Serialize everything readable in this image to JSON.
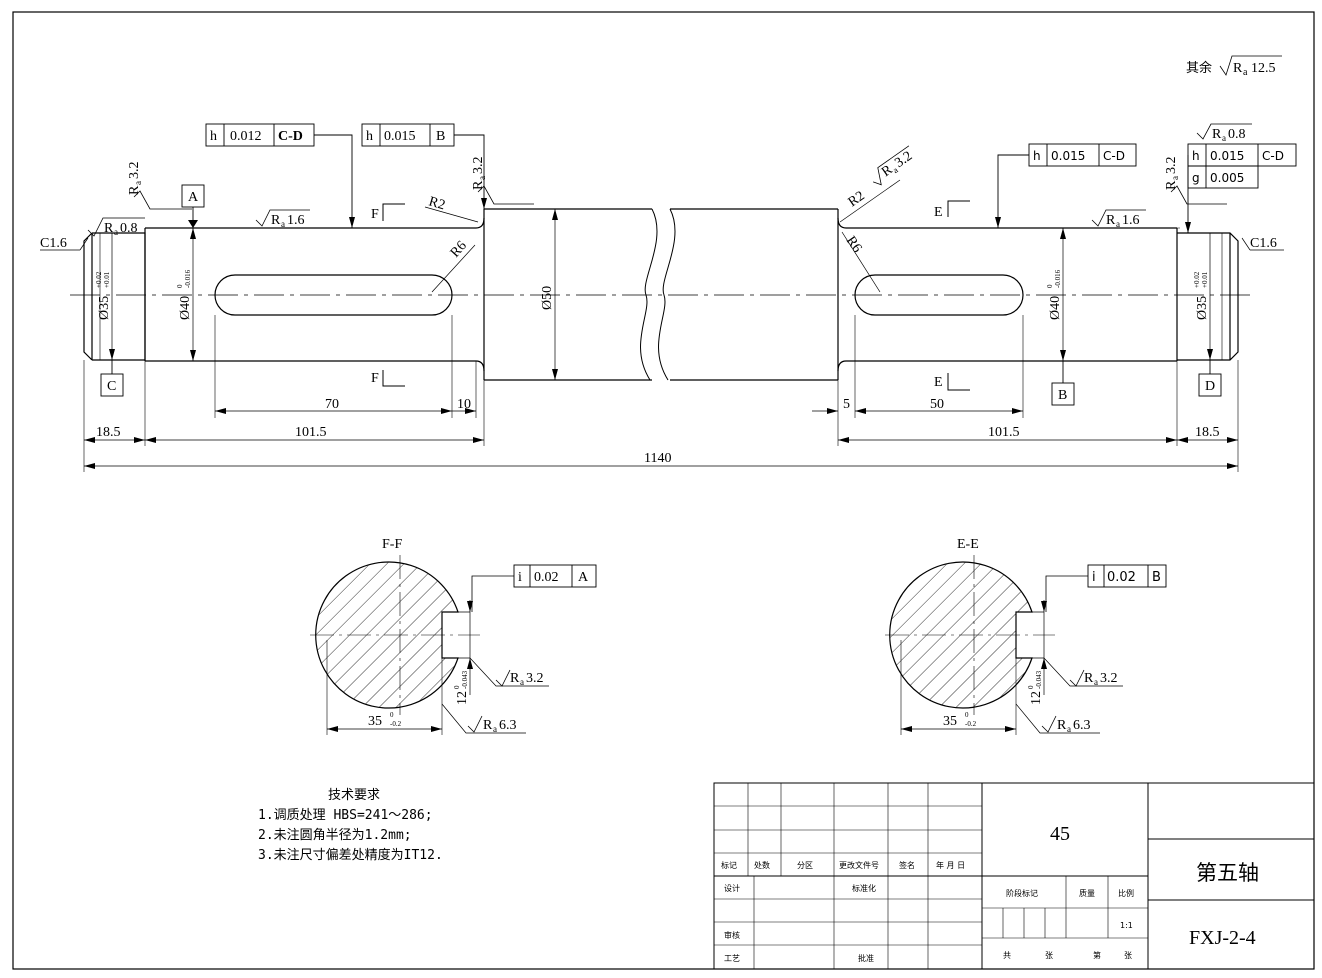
{
  "general_roughness": {
    "prefix": "其余",
    "sym": "R",
    "sub": "a",
    "value": "12.5"
  },
  "roughness": {
    "r32": "3.2",
    "r08": "0.8",
    "r16": "1.6",
    "r63": "6.3"
  },
  "chamfers": {
    "left": "C1.6",
    "right": "C1.6"
  },
  "radii": {
    "r2": "R2",
    "r6": "R6"
  },
  "gdt": {
    "left_runout": {
      "sym": "h",
      "tol": "0.012",
      "datum": "C-D"
    },
    "shoulder_runout": {
      "sym": "h",
      "tol": "0.015",
      "datum": "B"
    },
    "right_runout": {
      "sym": "h",
      "tol": "0.015",
      "datum": "C-D"
    },
    "journal_runout": {
      "sym": "h",
      "tol": "0.015",
      "datum": "C-D"
    },
    "journal_cyl": {
      "sym": "g",
      "tol": "0.005"
    },
    "sym_ff": {
      "sym": "i",
      "tol": "0.02",
      "datum": "A"
    },
    "sym_ee": {
      "sym": "i",
      "tol": "0.02",
      "datum": "B"
    }
  },
  "datums": {
    "a": "A",
    "b": "B",
    "c": "C",
    "d": "D"
  },
  "section_marks": {
    "f": "F",
    "e": "E"
  },
  "diameters": {
    "d35": "Ø35",
    "d35_up": "+0.02",
    "d35_lo": "+0.01",
    "d40": "Ø40",
    "d40_up": "0",
    "d40_lo": "-0.016",
    "d50": "Ø50"
  },
  "dims": {
    "key_left": "70",
    "key_left_off": "10",
    "key_right": "50",
    "key_right_off": "5",
    "len_left": "18.5",
    "len_left_mid": "101.5",
    "len_right_mid": "101.5",
    "len_right": "18.5",
    "total": "1140"
  },
  "sections": {
    "ff_title": "F-F",
    "ee_title": "E-E",
    "depth": "35",
    "depth_up": "0",
    "depth_lo": "-0.2",
    "width": "12",
    "width_up": "0",
    "width_lo": "-0.043"
  },
  "notes": {
    "title": "技术要求",
    "items": [
      "1.调质处理 HBS=241～286;",
      "2.未注圆角半径为1.2mm;",
      "3.未注尺寸偏差处精度为IT12."
    ]
  },
  "title_block": {
    "material": "45",
    "part_name": "第五轴",
    "drawing_no": "FXJ-2-4",
    "headers": [
      "标记",
      "处数",
      "分区",
      "更改文件号",
      "签名",
      "年 月 日"
    ],
    "design": "设计",
    "standard": "标准化",
    "check": "审核",
    "process": "工艺",
    "approve": "批准",
    "stage_mark": "阶段标记",
    "mass": "质量",
    "scale": "比例",
    "scale_value": "1:1",
    "total_sheets": "共",
    "sheet_unit": "张",
    "sheet_no": "第",
    "sheet_unit2": "张"
  }
}
